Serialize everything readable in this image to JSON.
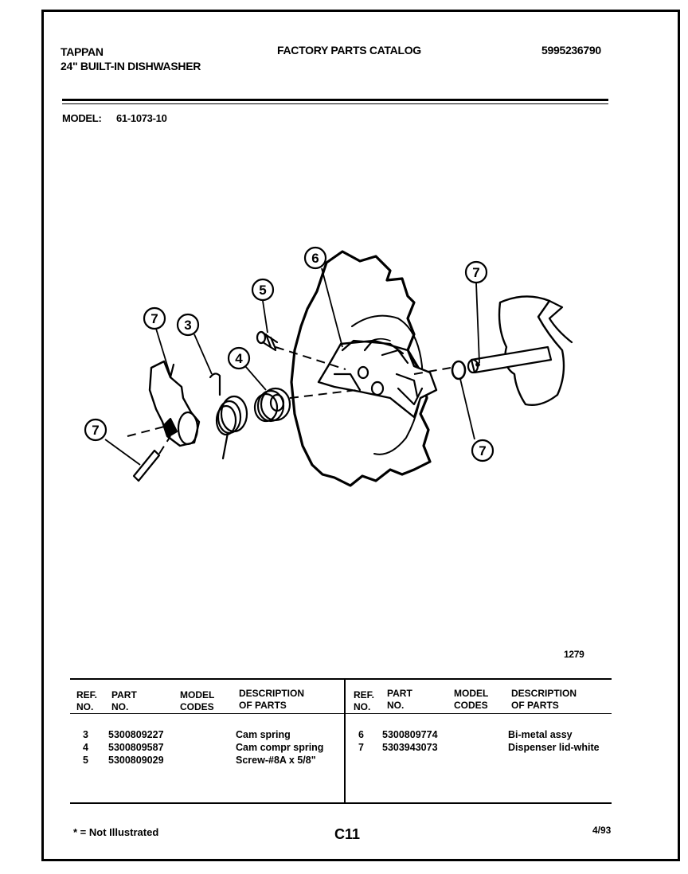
{
  "header": {
    "brand": "TAPPAN",
    "product": "24\" BUILT-IN DISHWASHER",
    "catalog_title": "FACTORY PARTS CATALOG",
    "catalog_number": "5995236790",
    "model_label": "MODEL:",
    "model_value": "61-1073-10"
  },
  "diagram": {
    "figure_number": "1279",
    "callouts": [
      "7",
      "3",
      "4",
      "5",
      "6",
      "7",
      "7",
      "7"
    ]
  },
  "table": {
    "headers": {
      "ref_no": "REF.\nNO.",
      "part_no": "PART\nNO.",
      "model_codes": "MODEL\nCODES",
      "description": "DESCRIPTION\nOF PARTS"
    },
    "left_rows": [
      {
        "ref": "3",
        "part": "5300809227",
        "codes": "",
        "desc": "Cam spring"
      },
      {
        "ref": "4",
        "part": "5300809587",
        "codes": "",
        "desc": "Cam compr spring"
      },
      {
        "ref": "5",
        "part": "5300809029",
        "codes": "",
        "desc": "Screw-#8A x 5/8\""
      }
    ],
    "right_rows": [
      {
        "ref": "6",
        "part": "5300809774",
        "codes": "",
        "desc": "Bi-metal assy"
      },
      {
        "ref": "7",
        "part": "5303943073",
        "codes": "",
        "desc": "Dispenser lid-white"
      }
    ]
  },
  "footer": {
    "note": "* = Not Illustrated",
    "page_code": "C11",
    "date": "4/93"
  }
}
